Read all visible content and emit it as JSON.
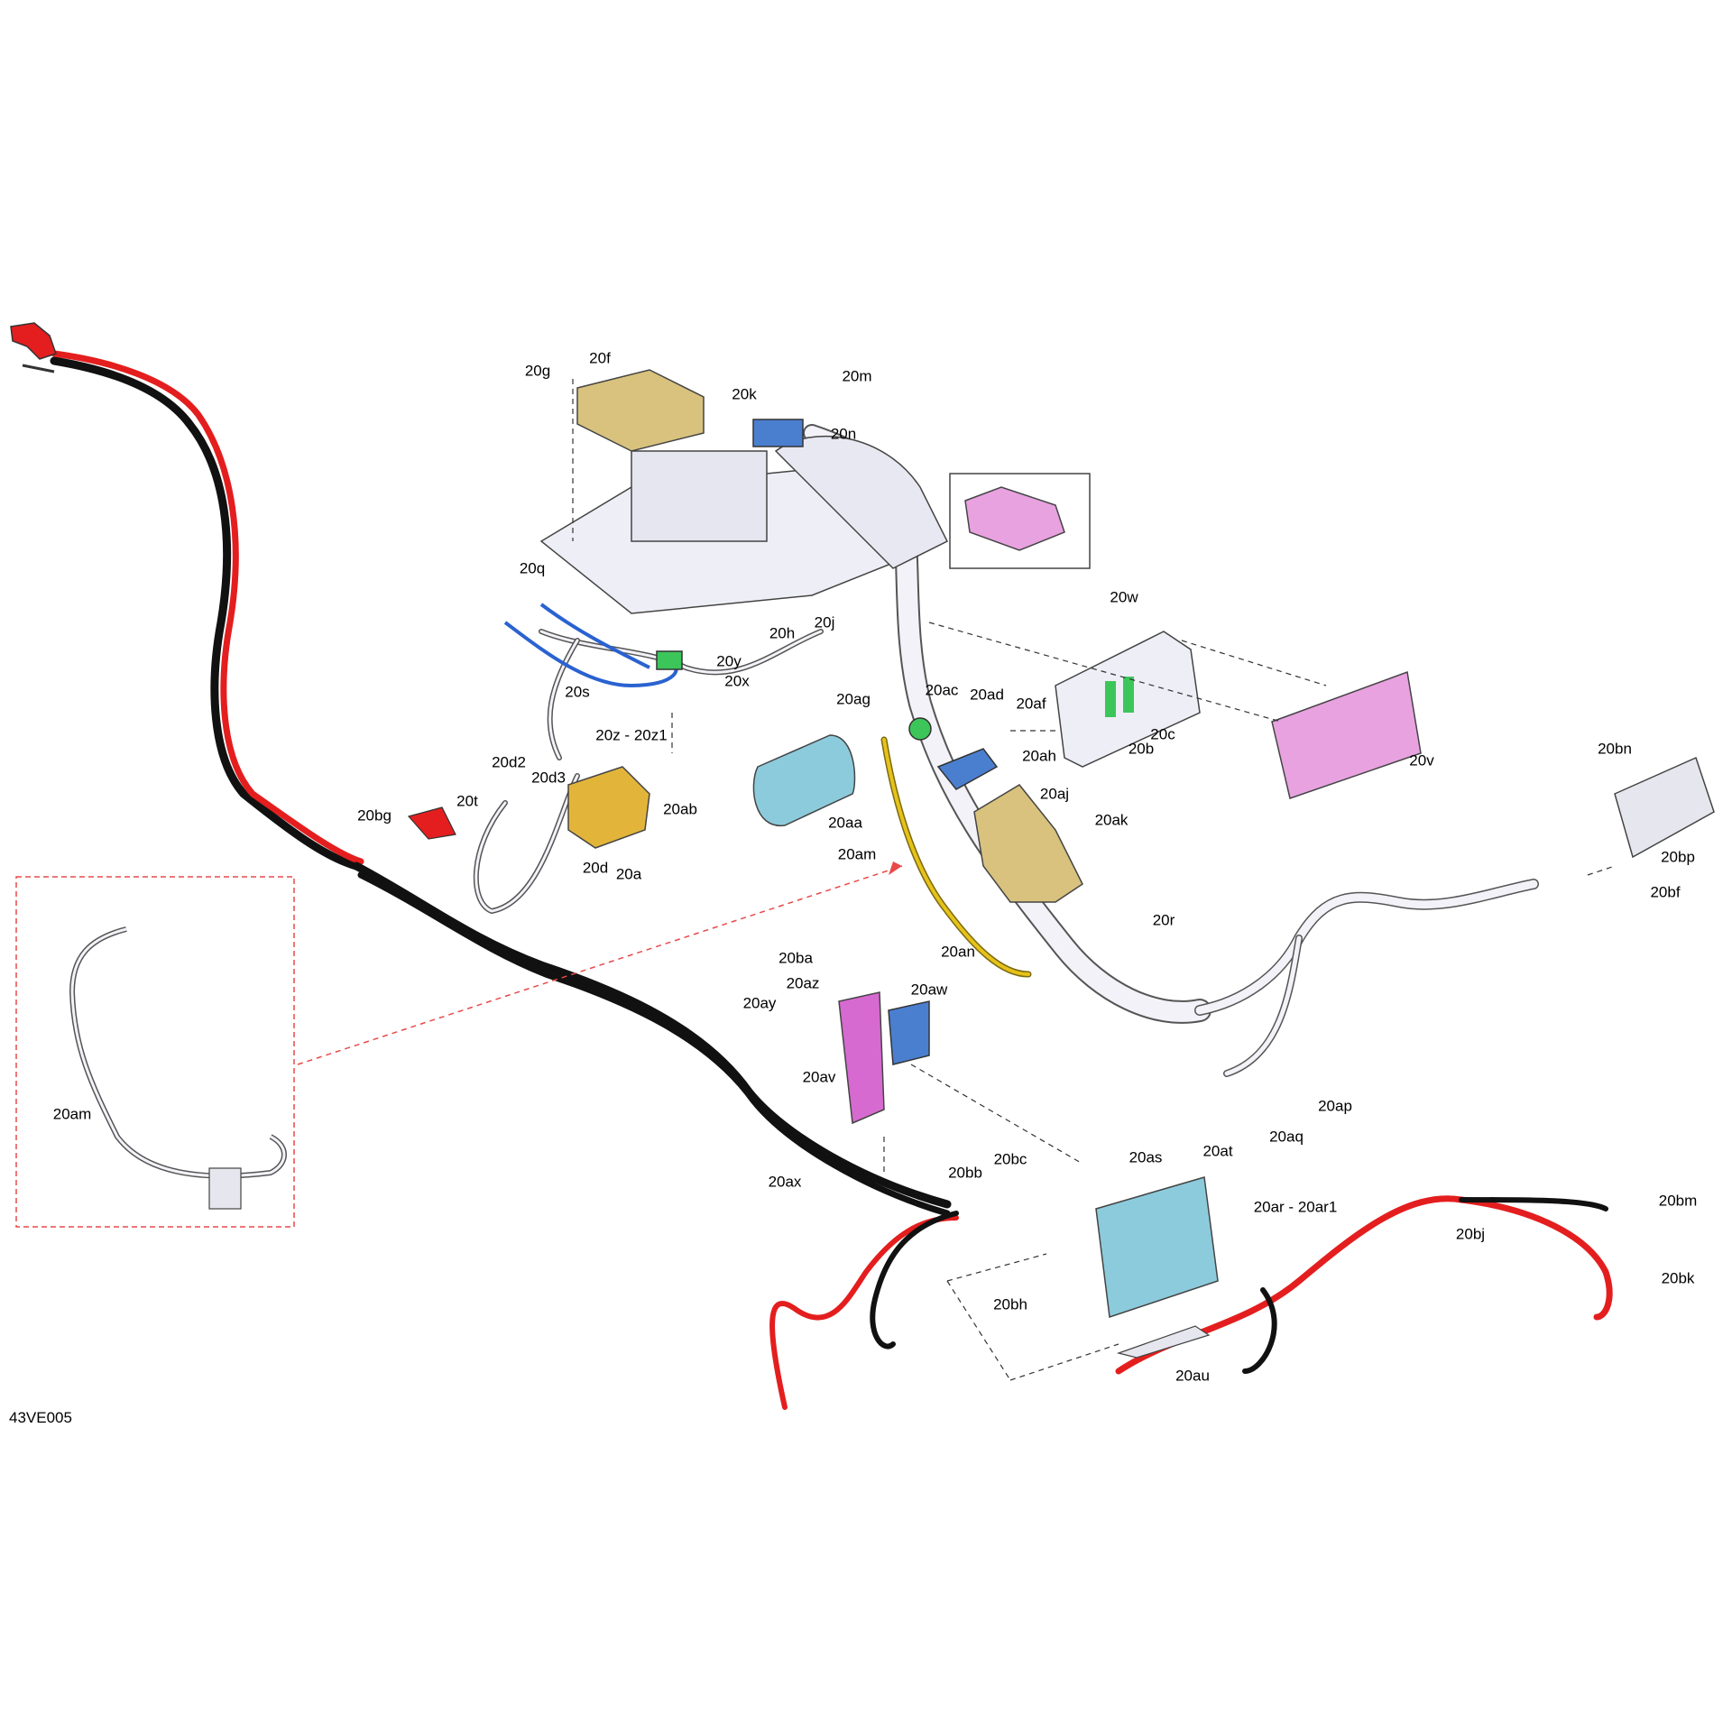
{
  "diagram": {
    "document_code": "43VE005",
    "callouts": [
      "20g",
      "20f",
      "20m",
      "20k",
      "20n",
      "20q",
      "20h",
      "20j",
      "20w",
      "20y",
      "20x",
      "20s",
      "20z - 20z1",
      "20ag",
      "20ac",
      "20ad",
      "20af",
      "20c",
      "20b",
      "20ah",
      "20v",
      "20d2",
      "20d3",
      "20t",
      "20ab",
      "20aa",
      "20aj",
      "20ak",
      "20bn",
      "20bg",
      "20d",
      "20a",
      "20am",
      "20bp",
      "20bf",
      "20r",
      "20an",
      "20ba",
      "20az",
      "20aw",
      "20ay",
      "20av",
      "20ap",
      "20aq",
      "20at",
      "20as",
      "20bb",
      "20bc",
      "20ax",
      "20ar - 20ar1",
      "20bm",
      "20bj",
      "20bh",
      "20bk",
      "20au",
      "20am"
    ],
    "colors": {
      "harness_black": "#111111",
      "harness_red": "#e41e1e",
      "harness_white": "#f2f2f8",
      "harness_blue": "#2a62d0",
      "harness_yellow": "#e6c21a",
      "tan_part": "#d8c27e",
      "blue_part": "#4a7fd0",
      "green_part": "#3cc65a",
      "cyan_part": "#8ccbdc",
      "pink_part": "#e8a2e0",
      "magenta_part": "#d66ad0",
      "gold_part": "#e2b53a",
      "inset_border": "#e84a4a"
    }
  }
}
